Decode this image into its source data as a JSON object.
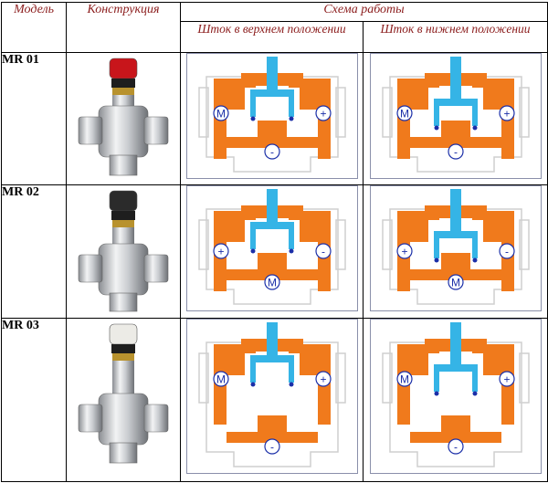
{
  "table": {
    "headers": {
      "model": "Модель",
      "construction": "Конструкция",
      "scheme": "Схема работы",
      "upper": "Шток в верхнем положении",
      "lower": "Шток в нижнем положении"
    },
    "rows": [
      {
        "model": "MR 01",
        "cap_color": "#c8151b",
        "ports": [
          "M",
          "+",
          "-"
        ]
      },
      {
        "model": "MR 02",
        "cap_color": "#2b2b2b",
        "ports": [
          "+",
          "-",
          "M"
        ]
      },
      {
        "model": "MR 03",
        "cap_color": "#ecebe6",
        "ports": [
          "M",
          "+",
          "-"
        ]
      }
    ]
  },
  "colors": {
    "body_orange": "#f07a1c",
    "stem_blue": "#35b4e6",
    "accent_red": "#c8151b",
    "header_text": "#8b1c1c"
  }
}
